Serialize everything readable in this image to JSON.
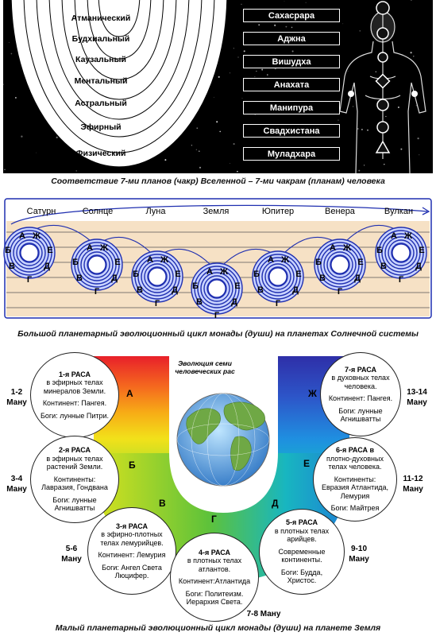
{
  "section1": {
    "planes": [
      "Атманический",
      "Будхиальный",
      "Каузальный",
      "Ментальный",
      "Астральный",
      "Эфирный",
      "Физический"
    ],
    "chakras": [
      "Сахасрара",
      "Аджна",
      "Вишудха",
      "Анахата",
      "Манипура",
      "Свадхистана",
      "Муладхара"
    ],
    "caption": "Соответствие 7-ми планов (чакр) Вселенной – 7-ми чакрам (планам) человека"
  },
  "section2": {
    "planets": [
      "Сатурн",
      "Солнце",
      "Луна",
      "Земля",
      "Юпитер",
      "Венера",
      "Вулкан"
    ],
    "coil_letters": {
      "a": "А",
      "zh": "Ж",
      "b": "Б",
      "e": "Е",
      "v": "В",
      "d": "Д",
      "g": "Г"
    },
    "caption": "Большой планетарный эволюционный цикл монады (души) на планетах Солнечной системы"
  },
  "section3": {
    "globe_title": "Эволюция семи человеческих рас",
    "side_letters": [
      "А",
      "Б",
      "В",
      "Г",
      "Д",
      "Е",
      "Ж"
    ],
    "races": [
      {
        "race": "1-я РАСА",
        "body": "в эфирных телах минералов Земли.",
        "continent": "Континент: Пангея.",
        "gods": "Боги: лунные Питри.",
        "manu": "1-2 Ману"
      },
      {
        "race": "2-я РАСА",
        "body": "в эфирных телах растений Земли.",
        "continent": "Континенты: Лавразия, Гондвана",
        "gods": "Боги: лунные Агнишватты",
        "manu": "3-4 Ману"
      },
      {
        "race": "3-я РАСА",
        "body": "в эфирно-плотных телах лемурийцев.",
        "continent": "Континент: Лемурия",
        "gods": "Боги: Ангел Света Люцифер.",
        "manu": "5-6 Ману"
      },
      {
        "race": "4-я РАСА",
        "body": "в плотных телах атлантов.",
        "continent": "Континент:Атлантида",
        "gods": "Боги: Политеизм. Иерархия Света.",
        "manu": "7-8 Ману"
      },
      {
        "race": "5-я РАСА",
        "body": "в плотных телах арийцев.",
        "continent": "Современные континенты.",
        "gods": "Боги: Будда, Христос.",
        "manu": "9-10 Ману"
      },
      {
        "race": "6-я РАСА в",
        "body": "плотно-духовных телах человека.",
        "continent": "Континенты: Евразия Атлантида, Лемурия",
        "gods": "Боги: Майтрея",
        "manu": "11-12 Ману"
      },
      {
        "race": "7-я РАСА",
        "body": "в духовных телах человека.",
        "continent": "Континент: Пангея.",
        "gods": "Боги: лунные Агнишватты",
        "manu": "13-14 Ману"
      }
    ],
    "caption": "Малый планетарный эволюционный цикл монады (души) на планете Земля"
  },
  "colors": {
    "black": "#000000",
    "coil": "#1f2fb0",
    "coil_fill": "#c9d3ff",
    "band": "#f6e1c5"
  }
}
